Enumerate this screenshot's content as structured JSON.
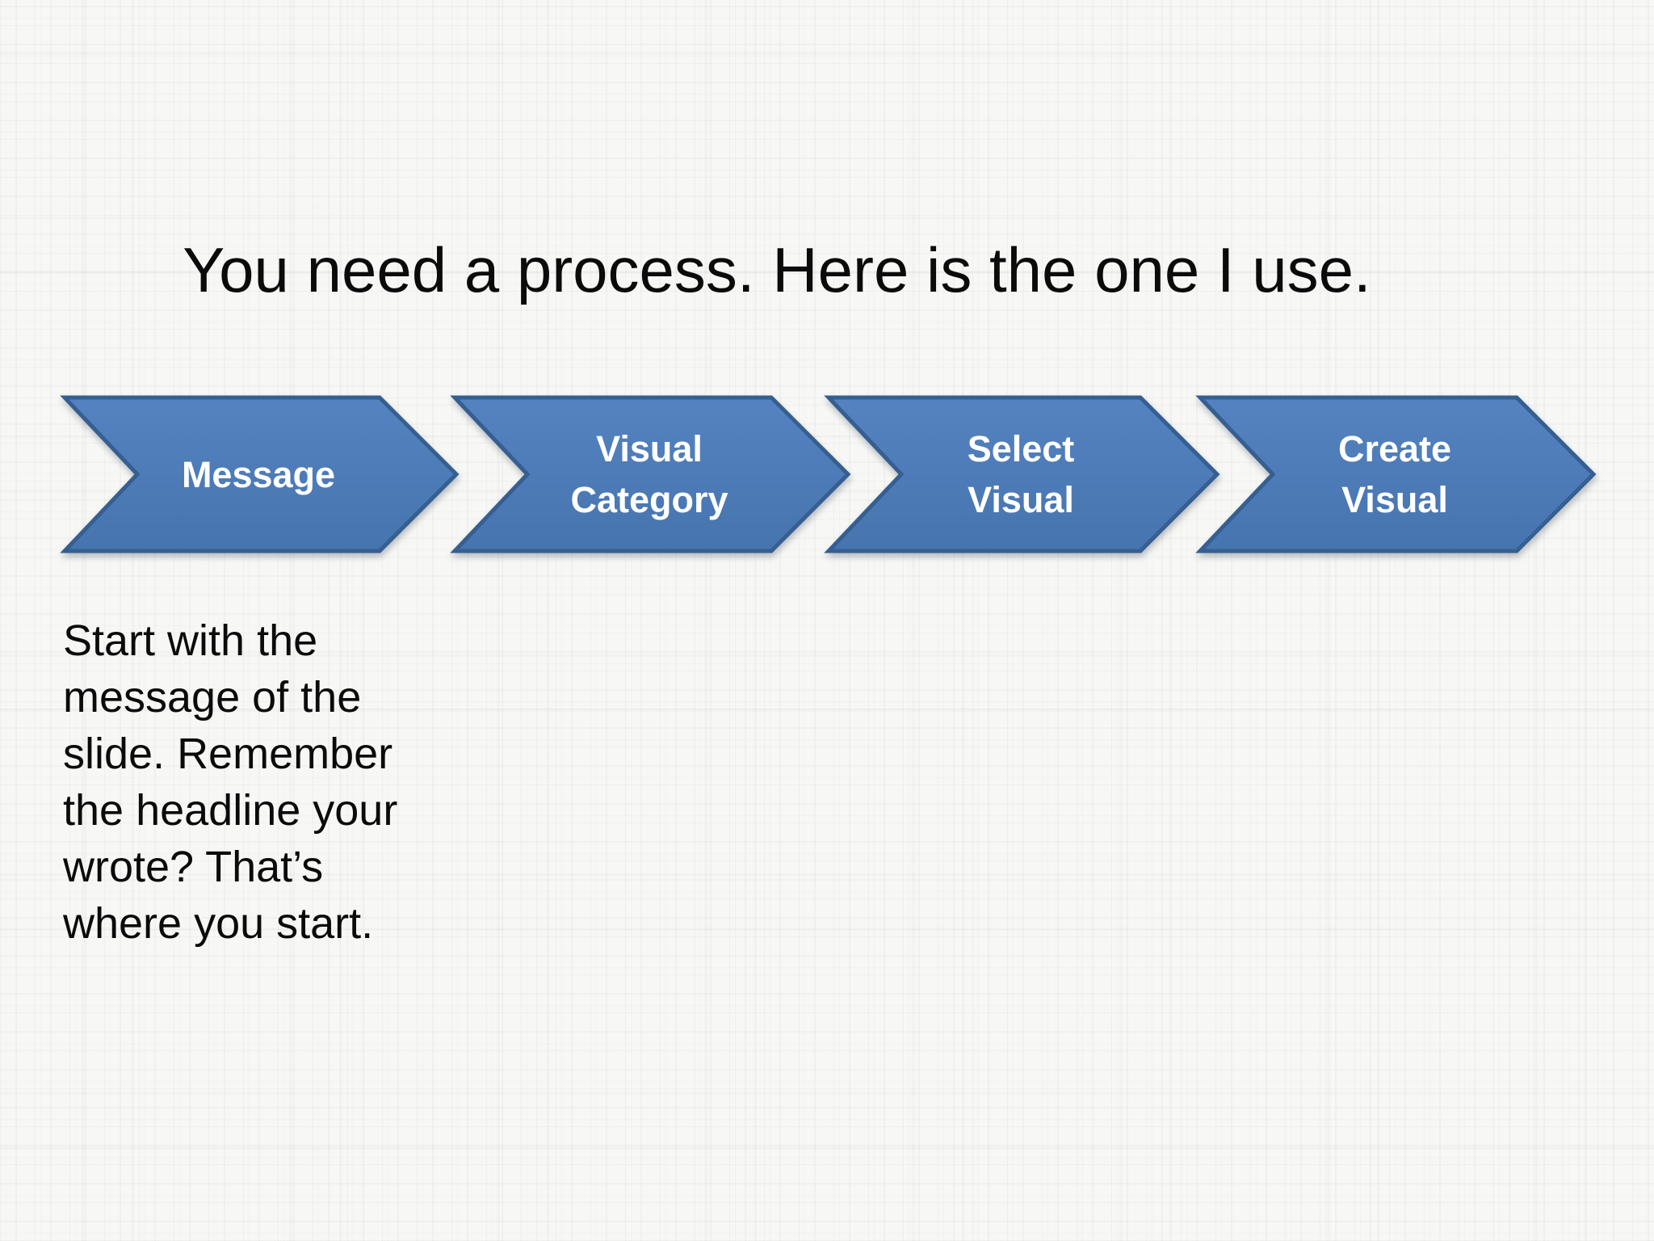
{
  "slide": {
    "title": "You need a process. Here is the one I use.",
    "body_text": "Start with the\nmessage of the\nslide. Remember\nthe headline your\nwrote? That’s\nwhere you start.",
    "process_steps": [
      {
        "label": "Message"
      },
      {
        "label": "Visual\nCategory"
      },
      {
        "label": "Select\nVisual"
      },
      {
        "label": "Create\nVisual"
      }
    ],
    "colors": {
      "background": "#f7f7f5",
      "arrow_fill_top": "#5583c1",
      "arrow_fill_bottom": "#4674ae",
      "arrow_border": "#365f91",
      "label_text": "#ffffff",
      "title_text": "#0b0b0b",
      "body_text_color": "#0b0b0b"
    }
  }
}
